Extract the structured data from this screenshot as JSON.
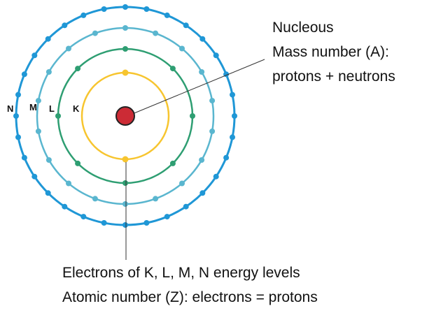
{
  "nucleus": {
    "lines": [
      "Nucleous",
      "Mass number (A):",
      "protons + neutrons"
    ],
    "color": "#cc2b35"
  },
  "electrons_caption": {
    "lines": [
      "Electrons of K, L, M, N energy levels",
      "Atomic number (Z): electrons = protons"
    ]
  },
  "shells": [
    {
      "label": "K",
      "color": "#f7c52f",
      "electron_count": 2
    },
    {
      "label": "L",
      "color": "#2e9e72",
      "electron_count": 8
    },
    {
      "label": "M",
      "color": "#5ab6cf",
      "electron_count": 18
    },
    {
      "label": "N",
      "color": "#1f97d6",
      "electron_count": 32
    }
  ]
}
